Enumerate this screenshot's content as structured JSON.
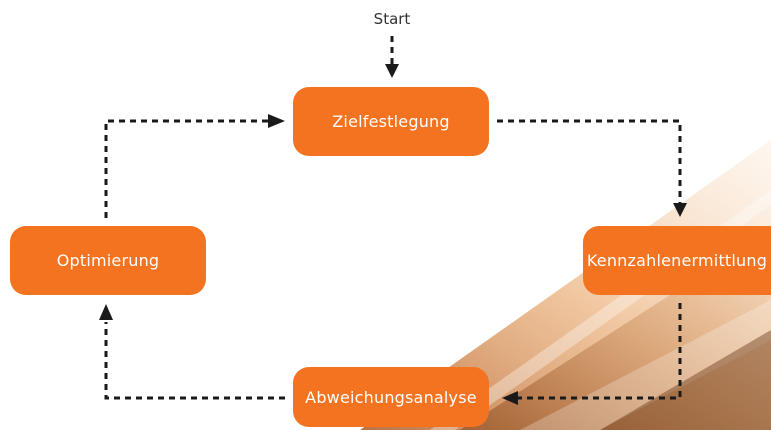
{
  "colors": {
    "node_fill": "#f47321",
    "arrow": "#1a1a1a",
    "text_on_node": "#ffffff",
    "start_text": "#333333"
  },
  "diagram": {
    "start_label": "Start",
    "nodes": {
      "goal_setting": "Zielfestlegung",
      "kpi_determination": "Kennzahlenermittlung",
      "deviation_analysis": "Abweichungsanalyse",
      "optimization": "Optimierung"
    }
  }
}
